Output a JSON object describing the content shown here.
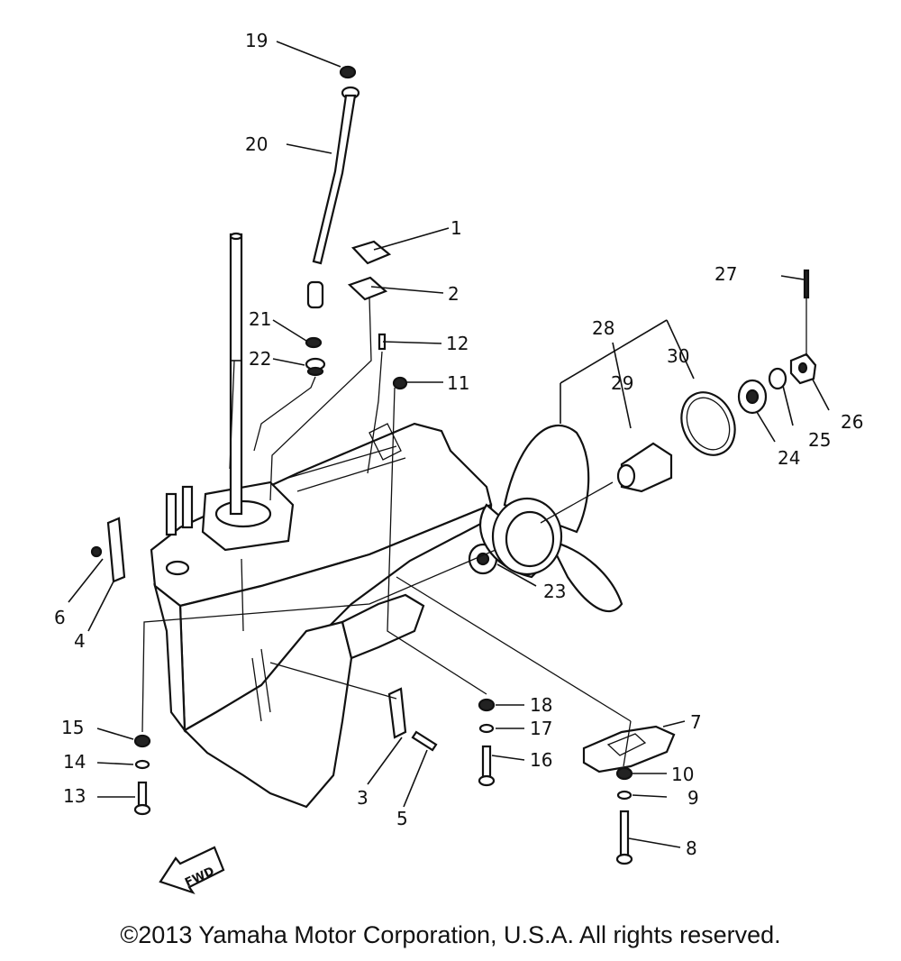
{
  "diagram": {
    "callouts": [
      {
        "id": "1",
        "label": "1"
      },
      {
        "id": "2",
        "label": "2"
      },
      {
        "id": "3",
        "label": "3"
      },
      {
        "id": "4",
        "label": "4"
      },
      {
        "id": "5",
        "label": "5"
      },
      {
        "id": "6",
        "label": "6"
      },
      {
        "id": "7",
        "label": "7"
      },
      {
        "id": "8",
        "label": "8"
      },
      {
        "id": "9",
        "label": "9"
      },
      {
        "id": "10",
        "label": "10"
      },
      {
        "id": "11",
        "label": "11"
      },
      {
        "id": "12",
        "label": "12"
      },
      {
        "id": "13",
        "label": "13"
      },
      {
        "id": "14",
        "label": "14"
      },
      {
        "id": "15",
        "label": "15"
      },
      {
        "id": "16",
        "label": "16"
      },
      {
        "id": "17",
        "label": "17"
      },
      {
        "id": "18",
        "label": "18"
      },
      {
        "id": "19",
        "label": "19"
      },
      {
        "id": "20",
        "label": "20"
      },
      {
        "id": "21",
        "label": "21"
      },
      {
        "id": "22",
        "label": "22"
      },
      {
        "id": "23",
        "label": "23"
      },
      {
        "id": "24",
        "label": "24"
      },
      {
        "id": "25",
        "label": "25"
      },
      {
        "id": "26",
        "label": "26"
      },
      {
        "id": "27",
        "label": "27"
      },
      {
        "id": "28",
        "label": "28"
      },
      {
        "id": "29",
        "label": "29"
      },
      {
        "id": "30",
        "label": "30"
      }
    ],
    "fwd_arrow_label": "FWD"
  },
  "copyright": "©2013 Yamaha Motor Corporation, U.S.A. All rights reserved."
}
